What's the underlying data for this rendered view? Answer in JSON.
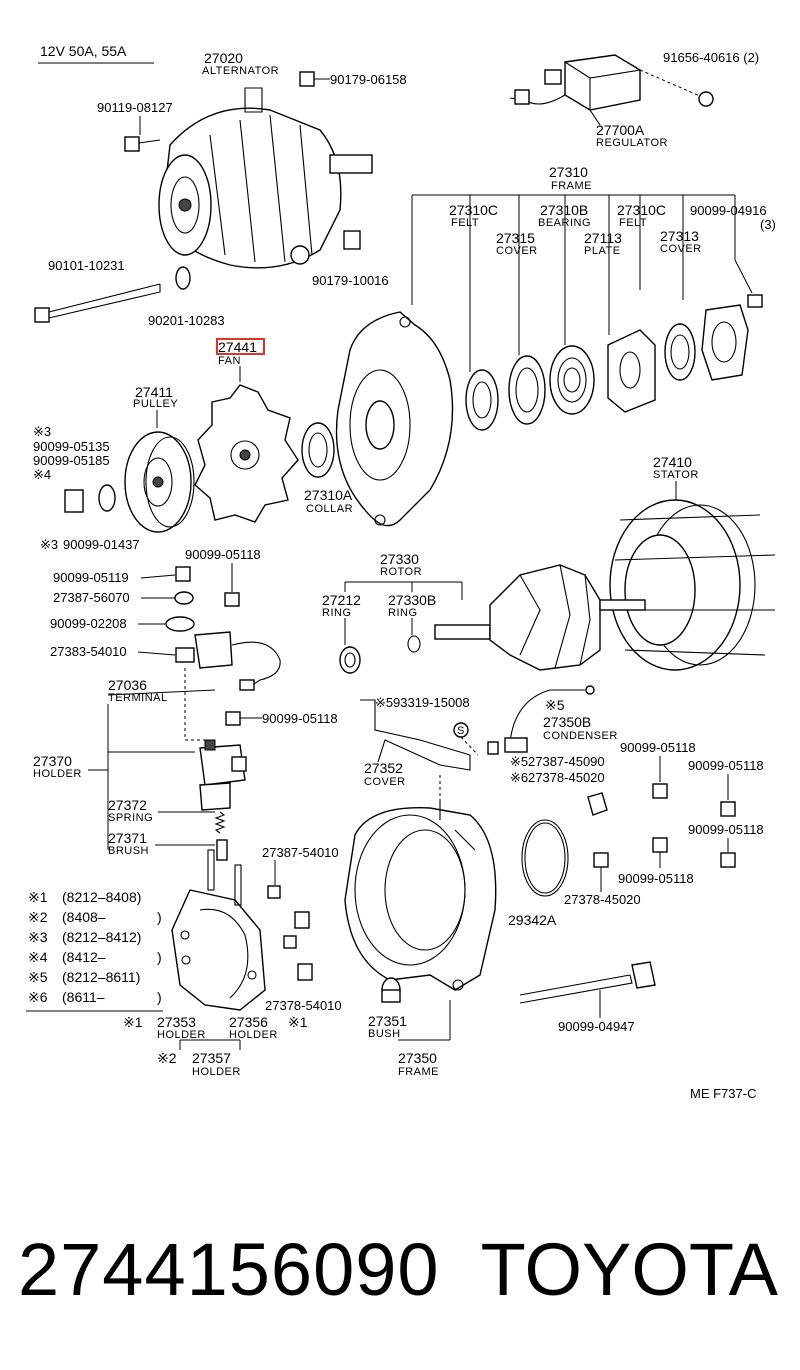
{
  "header": {
    "spec": "12V 50A, 55A"
  },
  "code": "ME  F737-C",
  "highlighted": {
    "number": "27441",
    "name": "FAN"
  },
  "parts": {
    "alternator": {
      "number": "27020",
      "name": "ALTERNATOR"
    },
    "bolt_08127": "90119-08127",
    "nut_06158": "90179-06158",
    "bolt_10231": "90101-10231",
    "washer_10283": "90201-10283",
    "nut_10016": "90179-10016",
    "regulator": {
      "number": "27700A",
      "name": "REGULATOR"
    },
    "screw_40616": "91656-40616 (2)",
    "frame_27310": {
      "number": "27310",
      "name": "FRAME"
    },
    "felt_27310c_1": {
      "number": "27310C",
      "name": "FELT"
    },
    "bearing_27310b": {
      "number": "27310B",
      "name": "BEARING"
    },
    "felt_27310c_2": {
      "number": "27310C",
      "name": "FELT"
    },
    "bolt_04916": {
      "number": "90099-04916",
      "qty": "(3)"
    },
    "cover_27315": {
      "number": "27315",
      "name": "COVER"
    },
    "plate_27113": {
      "number": "27113",
      "name": "PLATE"
    },
    "cover_27313": {
      "number": "27313",
      "name": "COVER"
    },
    "pulley": {
      "number": "27411",
      "name": "PULLEY"
    },
    "nut_05135": {
      "mark": "※3",
      "number": "90099-05135"
    },
    "nut_05185": {
      "mark": "※4",
      "number": "90099-05185"
    },
    "washer_01437": {
      "mark": "※3",
      "number": "90099-01437"
    },
    "collar": {
      "number": "27310A",
      "name": "COLLAR"
    },
    "stator": {
      "number": "27410",
      "name": "STATOR"
    },
    "rotor": {
      "number": "27330",
      "name": "ROTOR"
    },
    "ring_27212": {
      "number": "27212",
      "name": "RING"
    },
    "ring_27330b": {
      "number": "27330B",
      "name": "RING"
    },
    "nut_05118_top": "90099-05118",
    "nut_05119": "90099-05119",
    "bush_56070": "27387-56070",
    "washer_02208": "90099-02208",
    "bush_54010": "27383-54010",
    "terminal": {
      "number": "27036",
      "name": "TERMINAL"
    },
    "nut_05118_mid": "90099-05118",
    "holder_27370": {
      "number": "27370",
      "name": "HOLDER"
    },
    "spring": {
      "number": "27372",
      "name": "SPRING"
    },
    "brush": {
      "number": "27371",
      "name": "BRUSH"
    },
    "screw_15008": {
      "mark": "※5",
      "number": "93319-15008"
    },
    "condenser": {
      "mark": "※5",
      "number": "27350B",
      "name": "CONDENSER"
    },
    "cover_27352": {
      "number": "27352",
      "name": "COVER"
    },
    "bush_45090": {
      "mark": "※5",
      "number": "27387-45090"
    },
    "bush_45020": {
      "mark": "※6",
      "number": "27378-45020"
    },
    "nut_r1": "90099-05118",
    "nut_r2": "90099-05118",
    "nut_r3": "90099-05118",
    "nut_r4": "90099-05118",
    "bush_27387_54010": "27387-54010",
    "bush_27378_54010": "27378-54010",
    "oring": "29342A",
    "bush_27378_45020": "27378-45020",
    "holder_27353": {
      "mark": "※1",
      "number": "27353",
      "name": "HOLDER"
    },
    "holder_27356": {
      "mark": "※1",
      "number": "27356",
      "name": "HOLDER"
    },
    "holder_27357": {
      "mark": "※2",
      "number": "27357",
      "name": "HOLDER"
    },
    "bush_27351": {
      "number": "27351",
      "name": "BUSH"
    },
    "frame_27350": {
      "number": "27350",
      "name": "FRAME"
    },
    "bolt_04947": "90099-04947"
  },
  "legend": [
    {
      "mark": "※1",
      "range": "(8212–8408)"
    },
    {
      "mark": "※2",
      "range": "(8408–"
    },
    {
      "mark": "※3",
      "range": "(8212–8412)"
    },
    {
      "mark": "※4",
      "range": "(8412–"
    },
    {
      "mark": "※5",
      "range": "(8212–8611)"
    },
    {
      "mark": "※6",
      "range": "(8611–"
    }
  ],
  "footer": {
    "part_number": "2744156090",
    "brand": "TOYOTA"
  },
  "colors": {
    "highlight": "#e2302b",
    "ink": "#000000"
  }
}
